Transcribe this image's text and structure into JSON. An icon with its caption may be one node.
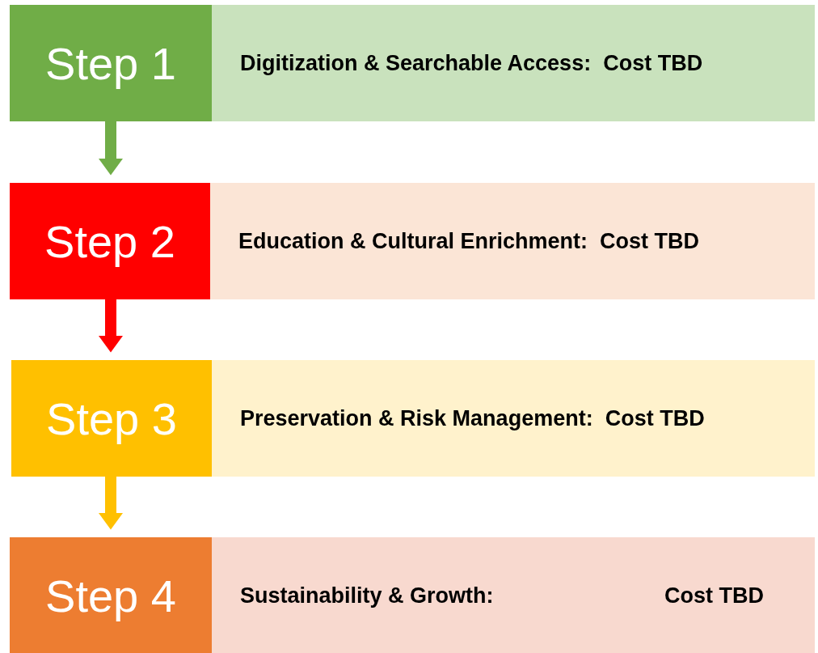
{
  "diagram": {
    "nodes": [
      {
        "text": [
          "Step 1"
        ]
      },
      {
        "text": [
          "Digitization & Searchable Access:  Cost TBD"
        ]
      },
      {
        "text": [
          "Step 2"
        ]
      },
      {
        "text": [
          "Education & Cultural Enrichment:  Cost TBD"
        ]
      },
      {
        "text": [
          "Step 3"
        ]
      },
      {
        "text": [
          "Preservation & Risk Management:  Cost TBD"
        ]
      },
      {
        "text": [
          "Step 4"
        ]
      },
      {
        "text": [
          "Sustainability & Growth:",
          "Cost TBD"
        ]
      }
    ],
    "edges": [
      {
        "from": 0,
        "to": 2,
        "arrow": "to",
        "color": "#70ad47"
      },
      {
        "from": 2,
        "to": 4,
        "arrow": "to",
        "color": "#ff0000"
      },
      {
        "from": 4,
        "to": 6,
        "arrow": "to",
        "color": "#ffc000"
      }
    ]
  }
}
